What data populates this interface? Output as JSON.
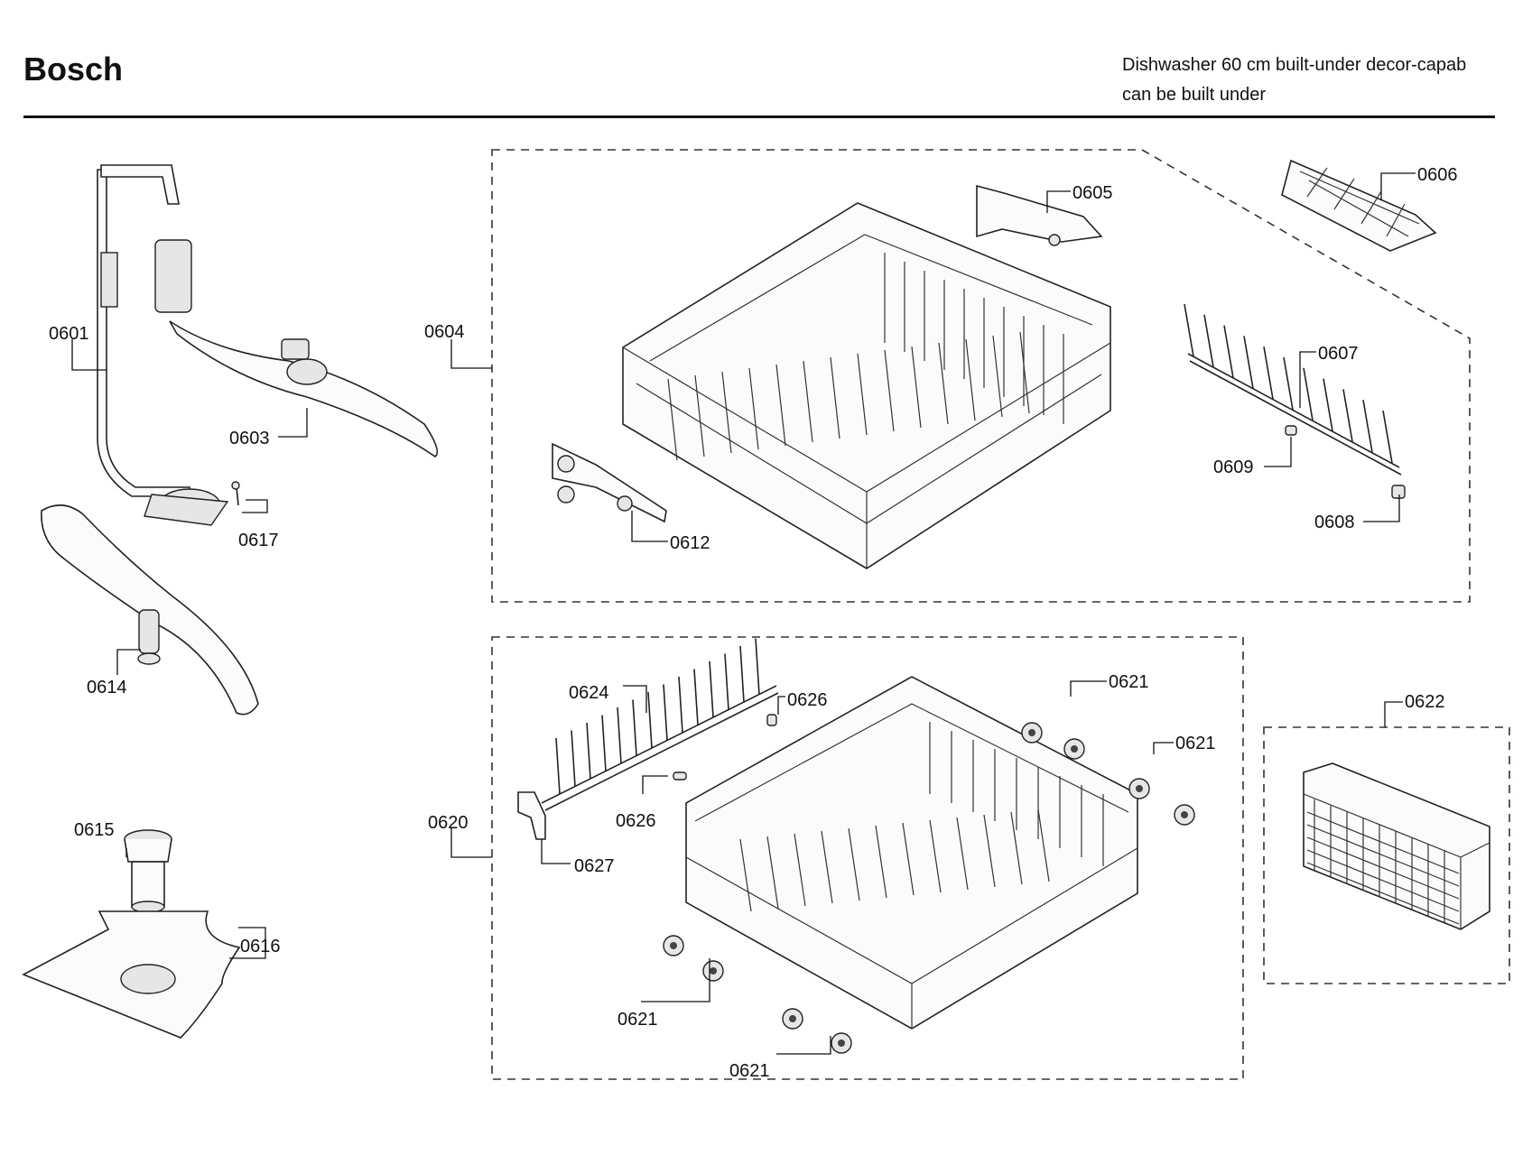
{
  "header": {
    "brand": "Bosch",
    "subtitle_line1": "Dishwasher 60 cm built-under decor-capab",
    "subtitle_line2": "can be built under"
  },
  "callouts": {
    "c0601": "0601",
    "c0603": "0603",
    "c0604": "0604",
    "c0605": "0605",
    "c0606": "0606",
    "c0607": "0607",
    "c0608": "0608",
    "c0609": "0609",
    "c0612": "0612",
    "c0614": "0614",
    "c0615": "0615",
    "c0616": "0616",
    "c0617": "0617",
    "c0620": "0620",
    "c0621a": "0621",
    "c0621b": "0621",
    "c0621c": "0621",
    "c0621d": "0621",
    "c0622": "0622",
    "c0624": "0624",
    "c0626a": "0626",
    "c0626b": "0626",
    "c0627": "0627"
  }
}
